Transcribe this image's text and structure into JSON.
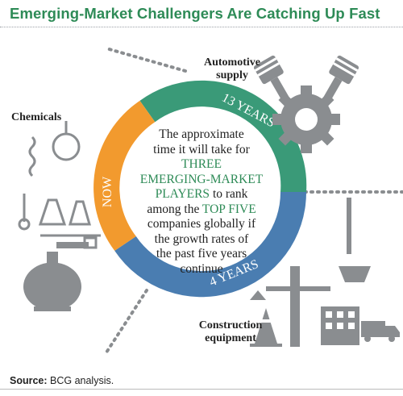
{
  "title": "Emerging-Market Challengers Are Catching Up Fast",
  "sectors": {
    "automotive": "Automotive supply",
    "chemicals": "Chemicals",
    "construction": "Construction equipment"
  },
  "ring": {
    "now": "NOW",
    "thirteen_years": "13 YEARS",
    "four_years": "4 YEARS"
  },
  "center": {
    "line1": "The approximate",
    "line2": "time it will take for",
    "hl1": "THREE",
    "hl2": "EMERGING-MARKET",
    "hl3": "PLAYERS",
    "line3_suffix": " to rank",
    "line4_prefix": "among the ",
    "hl4": "TOP FIVE",
    "line5": "companies globally if",
    "line6": "the growth rates of",
    "line7": "the past five years",
    "line8": "continue"
  },
  "source": {
    "label": "Source:",
    "text": " BCG analysis."
  },
  "colors": {
    "green": "#3a9a78",
    "blue": "#4a7db1",
    "orange": "#f29a2e",
    "title": "#2e8b57",
    "gray": "#8a8d90"
  }
}
